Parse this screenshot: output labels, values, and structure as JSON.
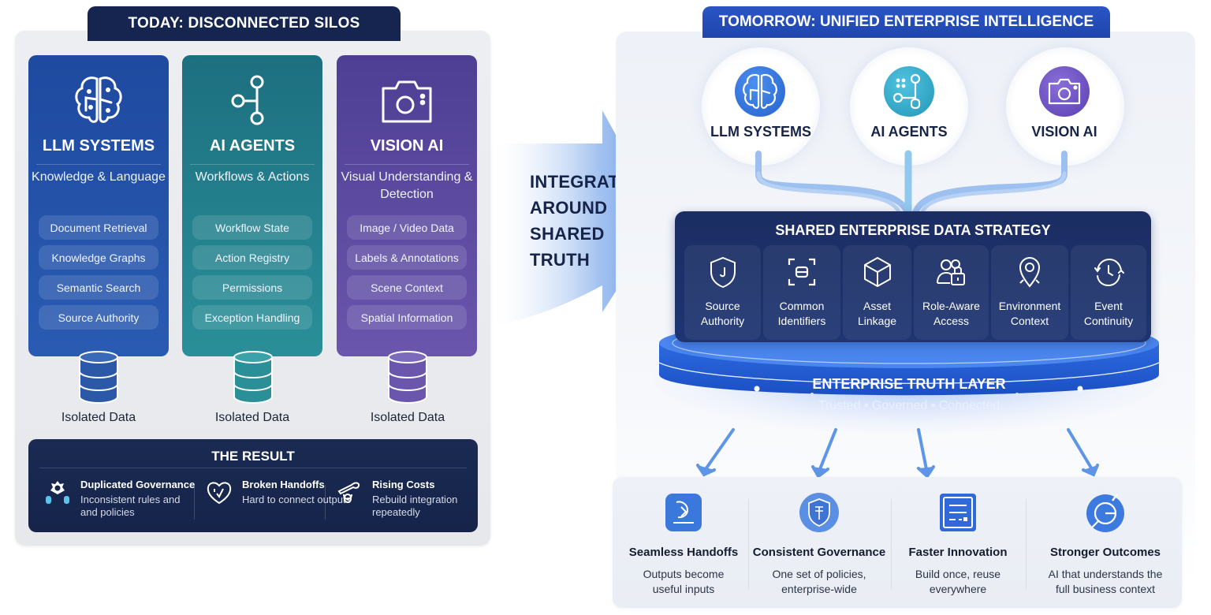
{
  "today": {
    "title": "TODAY: DISCONNECTED SILOS",
    "silos": [
      {
        "name": "LLM SYSTEMS",
        "subtitle": "Knowledge & Language",
        "icon": "brain-icon",
        "color": "#2452a8",
        "items": [
          "Document Retrieval",
          "Knowledge Graphs",
          "Semantic Search",
          "Source Authority"
        ],
        "data_label": "Isolated Data"
      },
      {
        "name": "AI AGENTS",
        "subtitle": "Workflows & Actions",
        "icon": "workflow-nodes-icon",
        "color": "#23808c",
        "items": [
          "Workflow State",
          "Action Registry",
          "Permissions",
          "Exception Handling"
        ],
        "data_label": "Isolated Data"
      },
      {
        "name": "VISION AI",
        "subtitle": "Visual Understanding & Detection",
        "icon": "camera-icon",
        "color": "#5b4aa0",
        "items": [
          "Image / Video Data",
          "Labels & Annotations",
          "Scene Context",
          "Spatial Information"
        ],
        "data_label": "Isolated Data"
      }
    ],
    "result": {
      "title": "THE RESULT",
      "items": [
        {
          "title": "Duplicated Governance",
          "desc": "Inconsistent rules and and policies",
          "icon": "gear-people-icon"
        },
        {
          "title": "Broken Handoffs",
          "desc": "Hard to connect outputs",
          "icon": "broken-heart-icon"
        },
        {
          "title": "Rising Costs",
          "desc": "Rebuild integration repeatedly",
          "icon": "money-drain-icon"
        }
      ]
    }
  },
  "transition": {
    "lines": [
      "INTEGRATE",
      "AROUND",
      "SHARED",
      "TRUTH"
    ]
  },
  "tomorrow": {
    "title": "TOMORROW: UNIFIED ENTERPRISE INTELLIGENCE",
    "systems": [
      {
        "name": "LLM SYSTEMS",
        "icon": "brain-icon",
        "color": "#2f6fd6"
      },
      {
        "name": "AI AGENTS",
        "icon": "workflow-nodes-icon",
        "color": "#2aa6c8"
      },
      {
        "name": "VISION AI",
        "icon": "camera-icon",
        "color": "#6a4fc0"
      }
    ],
    "strategy": {
      "title": "SHARED ENTERPRISE DATA STRATEGY",
      "pillars": [
        {
          "line1": "Source",
          "line2": "Authority",
          "icon": "shield-icon"
        },
        {
          "line1": "Common",
          "line2": "Identifiers",
          "icon": "scan-id-icon"
        },
        {
          "line1": "Asset",
          "line2": "Linkage",
          "icon": "cube-icon"
        },
        {
          "line1": "Role-Aware",
          "line2": "Access",
          "icon": "user-lock-icon"
        },
        {
          "line1": "Environment",
          "line2": "Context",
          "icon": "location-pin-icon"
        },
        {
          "line1": "Event",
          "line2": "Continuity",
          "icon": "clock-cycle-icon"
        }
      ]
    },
    "truth_layer": {
      "title": "ENTERPRISE TRUTH LAYER",
      "subtitle": "Trusted • Governed • Connected"
    },
    "benefits": [
      {
        "title": "Seamless Handoffs",
        "desc_line1": "Outputs become",
        "desc_line2": "useful inputs",
        "icon": "handoff-icon"
      },
      {
        "title": "Consistent Governance",
        "desc_line1": "One set of policies,",
        "desc_line2": "enterprise-wide",
        "icon": "governance-shield-icon"
      },
      {
        "title": "Faster Innovation",
        "desc_line1": "Build once, reuse",
        "desc_line2": "everywhere",
        "icon": "document-form-icon"
      },
      {
        "title": "Stronger Outcomes",
        "desc_line1": "AI that understands the",
        "desc_line2": "full business context",
        "icon": "target-search-icon"
      }
    ]
  }
}
